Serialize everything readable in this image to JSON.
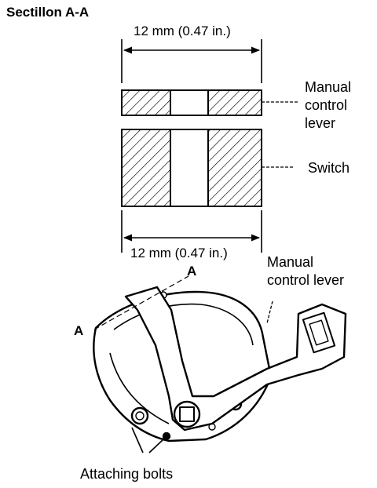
{
  "figure": {
    "section_title": "Sectillon A-A",
    "dimension_top": "12 mm (0.47 in.)",
    "dimension_bottom": "12 mm (0.47 in.)",
    "label_manual_lever_section": [
      "Manual",
      "control",
      "lever"
    ],
    "label_switch": "Switch",
    "label_manual_lever_assembly": [
      "Manual",
      "control lever"
    ],
    "label_section_marker": "A",
    "label_attaching_bolts": "Attaching bolts"
  },
  "colors": {
    "ink": "#000000",
    "paper": "#ffffff"
  }
}
